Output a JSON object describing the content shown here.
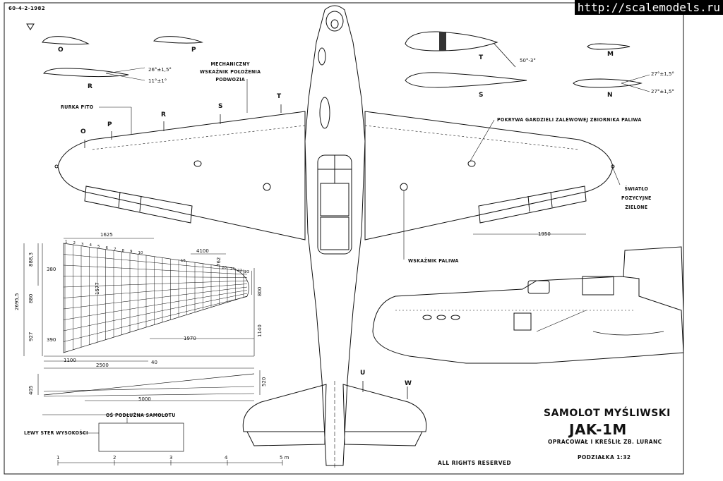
{
  "watermark": "http://scalemodels.ru",
  "drawing_code": "60-4-2-1982",
  "title": {
    "line1": "SAMOLOT MYŚLIWSKI",
    "line2": "JAK-1M",
    "author": "OPRACOWAŁ I KREŚLIŁ ZB. LURANC",
    "scale": "PODZIAŁKA  1:32",
    "rights": "ALL RIGHTS RESERVED"
  },
  "labels": {
    "mechanism": [
      "MECHANICZNY",
      "WSKAŹNIK POŁOŻENIA",
      "PODWOZIA"
    ],
    "pitot": "RURKA PITO",
    "fuel_cap": "POKRYWA GARDZIELI ZALEWOWEJ ZBIORNIKA PALIWA",
    "light": [
      "ŚWIATŁO",
      "POZYCYJNE",
      "ZIELONE"
    ],
    "fuel_gauge": "WSKAŹNIK PALIWA",
    "axis": "OŚ PODŁUŻNA SAMOLOTU",
    "elevator": "LEWY STER WYSOKOŚCI"
  },
  "section_letters": {
    "O": "O",
    "P": "P",
    "R": "R",
    "S": "S",
    "T": "T",
    "M": "M",
    "N": "N",
    "U": "U",
    "W": "W"
  },
  "angles": {
    "r_up": "26°±1,5°",
    "r_down": "11°±1°",
    "t": "50°-3°",
    "n_up": "27°±1,5°",
    "n_down": "27°±1,5°"
  },
  "dimensions": {
    "d1625": "1625",
    "d4100": "4100",
    "d762": "762",
    "d888": "888,3",
    "d2695": "2695,5",
    "d380": "380",
    "d880": "880",
    "d1577": "1577",
    "d927": "927",
    "d390": "390",
    "d800": "800",
    "d1140": "1140",
    "d1970": "1970",
    "d1100": "1100",
    "d2500": "2500",
    "d40": "40",
    "d405": "405",
    "d520": "520",
    "d5000": "5000",
    "d1950": "1950"
  },
  "ribs_top": [
    "1",
    "2",
    "3",
    "4",
    "5",
    "6",
    "7",
    "8",
    "9",
    "10"
  ],
  "ribs_tip": [
    "15",
    "20",
    "21",
    "22",
    "23"
  ],
  "scale_bar": [
    "1",
    "2",
    "3",
    "4",
    "5 m"
  ]
}
